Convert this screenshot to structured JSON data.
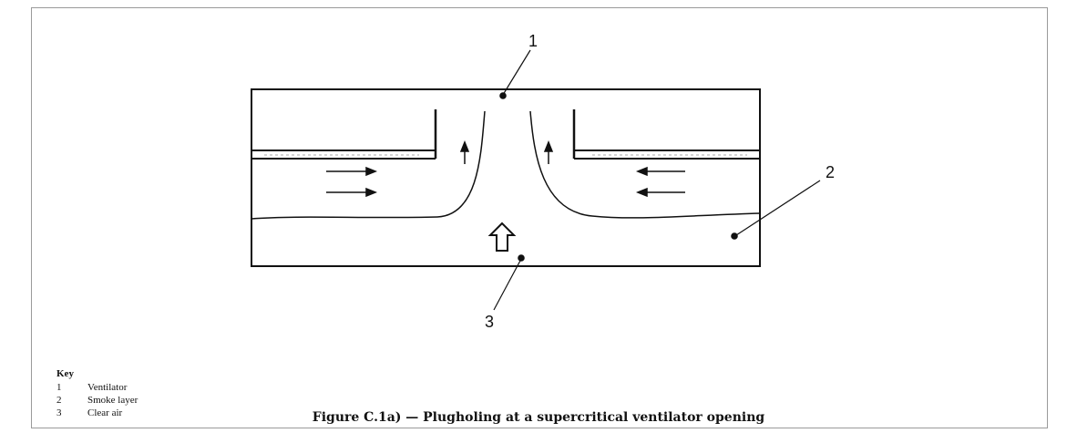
{
  "diagram": {
    "callouts": [
      {
        "id": "1",
        "text": "1"
      },
      {
        "id": "2",
        "text": "2"
      },
      {
        "id": "3",
        "text": "3"
      }
    ]
  },
  "key": {
    "title": "Key",
    "items": [
      {
        "number": "1",
        "label": "Ventilator"
      },
      {
        "number": "2",
        "label": "Smoke layer"
      },
      {
        "number": "3",
        "label": "Clear air"
      }
    ]
  },
  "caption": "Figure C.1a) — Plugholing at a supercritical ventilator opening"
}
